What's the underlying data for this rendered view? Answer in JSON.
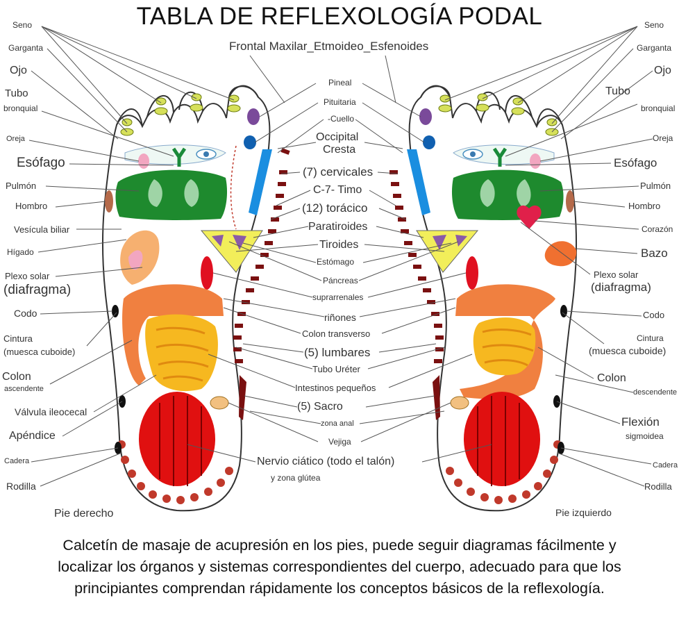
{
  "title": "TABLA DE REFLEXOLOGÍA PODAL",
  "left_labels": {
    "seno": "Seno",
    "garganta": "Garganta",
    "ojo": "Ojo",
    "tubo": "Tubo",
    "bronquial": "bronquial",
    "oreja": "Oreja",
    "esofago": "Esófago",
    "pulmon": "Pulmón",
    "hombro": "Hombro",
    "vesicula": "Vesícula biliar",
    "higado": "Hígado",
    "plexo": "Plexo solar",
    "diafragma": "(diafragma)",
    "codo": "Codo",
    "cintura": "Cintura",
    "muesca": "(muesca cuboide)",
    "colon": "Colon",
    "ascendente": "ascendente",
    "valvula": "Válvula ileocecal",
    "apendice": "Apéndice",
    "cadera": "Cadera",
    "rodilla": "Rodilla",
    "pie": "Pie derecho"
  },
  "right_labels": {
    "seno": "Seno",
    "garganta": "Garganta",
    "ojo": "Ojo",
    "tubo": "Tubo",
    "bronquial": "bronquial",
    "oreja": "Oreja",
    "esofago": "Esófago",
    "pulmon": "Pulmón",
    "hombro": "Hombro",
    "corazon": "Corazón",
    "bazo": "Bazo",
    "plexo": "Plexo solar",
    "diafragma": "(diafragma)",
    "codo": "Codo",
    "cintura": "Cintura",
    "muesca": "(muesca cuboide)",
    "colon": "Colon",
    "descendente": "descendente",
    "flexion": "Flexión",
    "sigmoidea": "sigmoidea",
    "cadera": "Cadera",
    "rodilla": "Rodilla",
    "pie": "Pie izquierdo"
  },
  "center_labels": {
    "frontal": "Frontal Maxilar_Etmoideo_Esfenoides",
    "pineal": "Pineal",
    "pituitaria": "Pituitaria",
    "cuello": "-Cuello",
    "occipital": "Occipital",
    "cresta": "Cresta",
    "cervicales": "(7) cervicales",
    "timo": "C-7- Timo",
    "toracico": "(12) torácico",
    "paratiroides": "Paratiroides",
    "tiroides": "Tiroides",
    "estomago": "Estómago",
    "pancreas": "Páncreas",
    "suprarrenales": "suprarrenales",
    "rinones": "riñones",
    "colon_transverso": "Colon transverso",
    "lumbares": "(5) lumbares",
    "tubo_ureter": "Tubo Uréter",
    "intestinos": "Intestinos pequeños",
    "sacro": "(5) Sacro",
    "zona_anal": "zona anal",
    "vejiga": "Vejiga",
    "nervio": "Nervio ciático (todo el talón)",
    "glutea": "y zona glútea"
  },
  "caption": [
    "Calcetín de masaje de acupresión en los pies, puede seguir diagramas fácilmente y",
    "localizar los órganos y sistemas correspondientes del cuerpo, adecuado para que los",
    "principiantes comprendan rápidamente los conceptos básicos de la reflexología."
  ],
  "colors": {
    "outline": "#333333",
    "lung": "#1e8a2e",
    "lung_light": "#9fd4a6",
    "heel": "#e01010",
    "sciatic": "#c0392b",
    "colon": "#f08040",
    "small_intestine": "#f6b820",
    "thyroid": "#f2ee5a",
    "spine": "#7a1010",
    "brain": "#7a4a9a",
    "sinus": "#c8d840",
    "neck": "#1a8ee0",
    "heart": "#e0204a"
  }
}
